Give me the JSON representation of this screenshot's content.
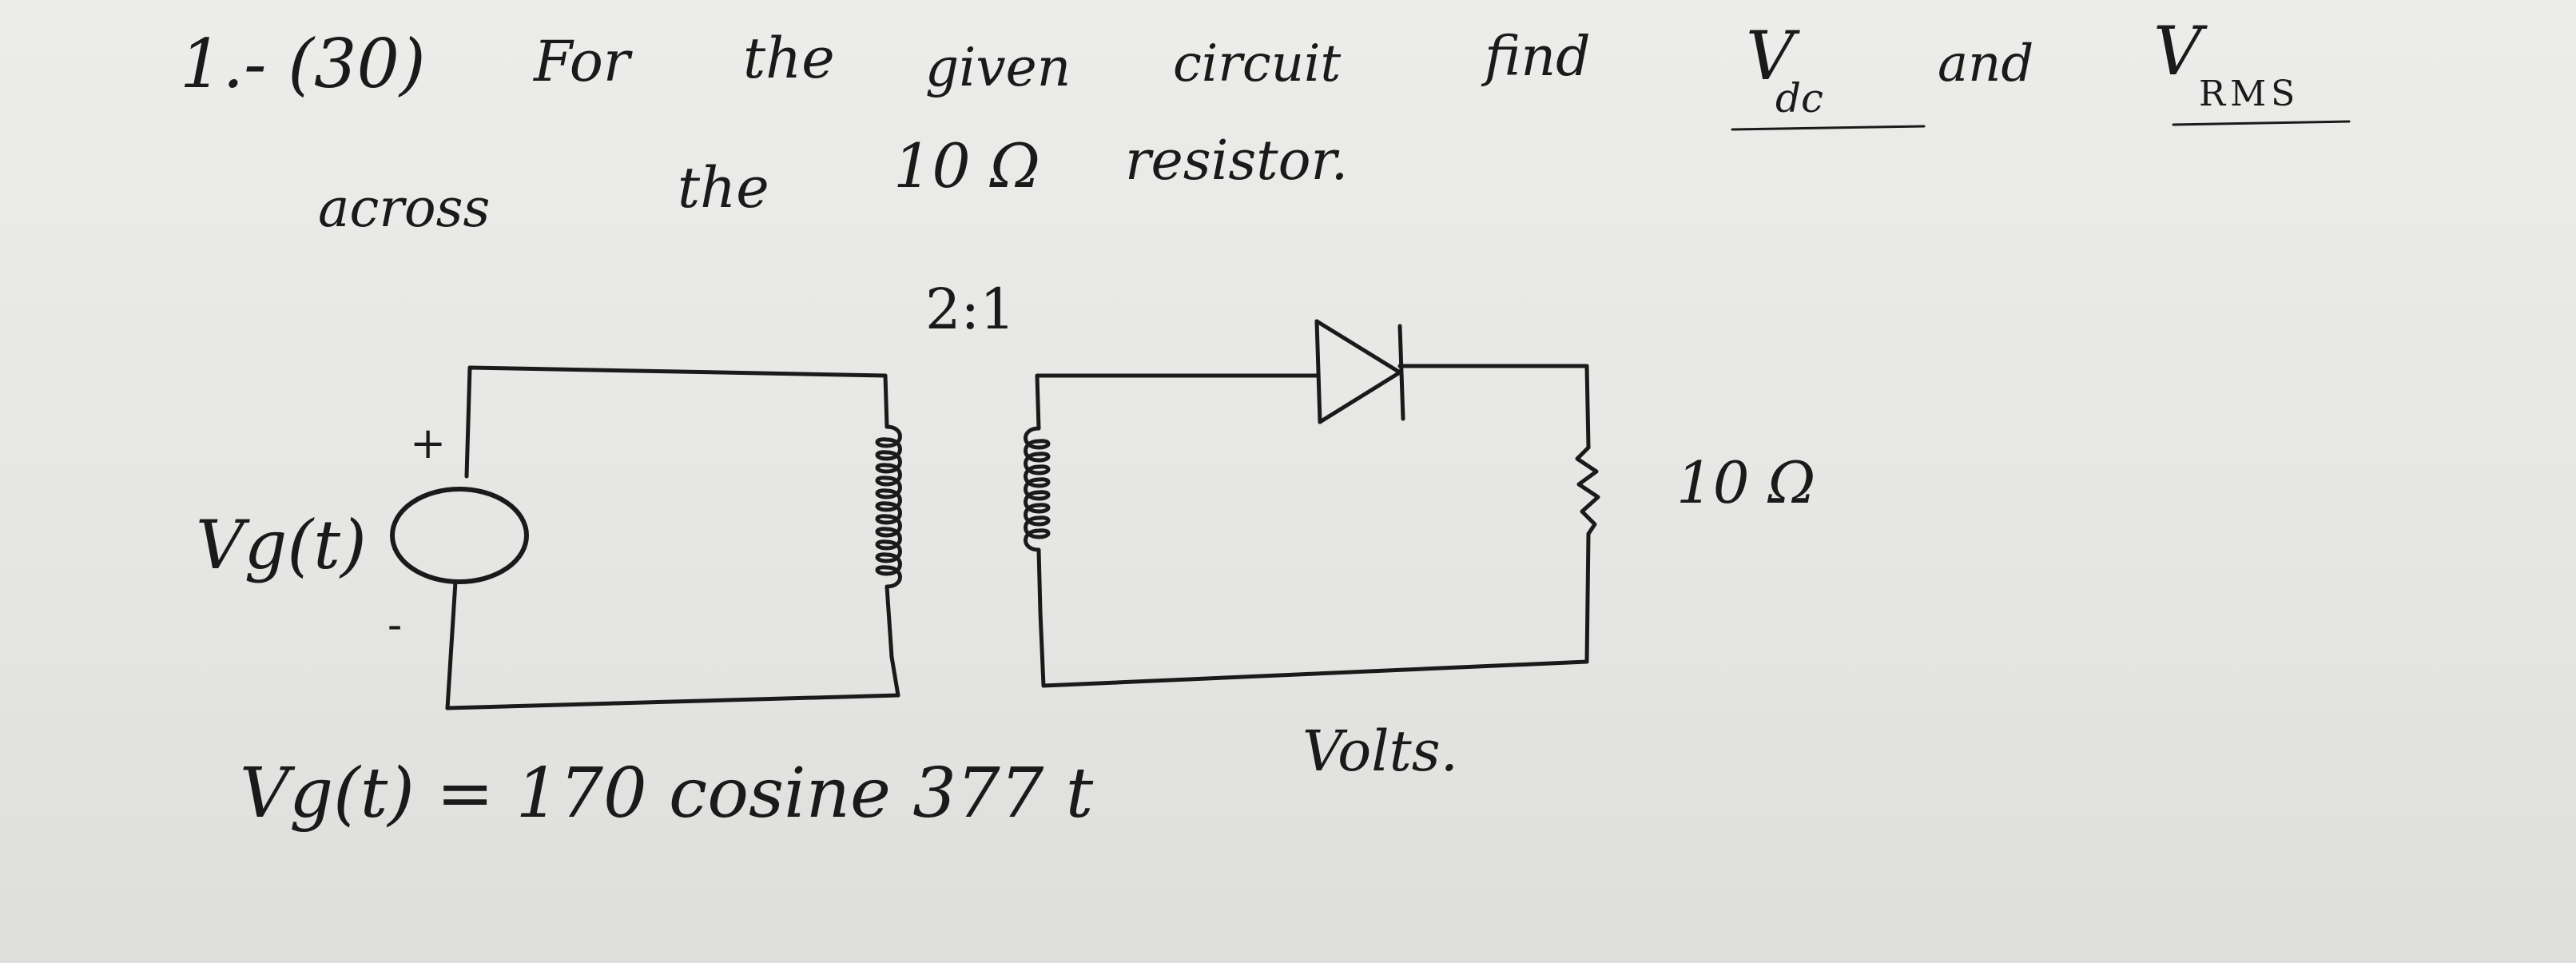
{
  "problem": {
    "number": "1.- (30)",
    "line1": [
      "For",
      "the",
      "given",
      "circuit",
      "find"
    ],
    "vdc_symbol": "V",
    "vdc_sub": "dc",
    "and_word": "and",
    "vrms_symbol": "V",
    "vrms_sub": "RMS",
    "line2": [
      "across",
      "the",
      "10 Ω",
      "resistor."
    ]
  },
  "circuit": {
    "turns_ratio": "2:1",
    "source_label": "Vg(t)",
    "source_plus": "+",
    "source_minus": "-",
    "resistor_label": "10 Ω"
  },
  "equation": {
    "lhs": "Vg(t) = 170 cosine 377 t",
    "units": "Volts."
  }
}
